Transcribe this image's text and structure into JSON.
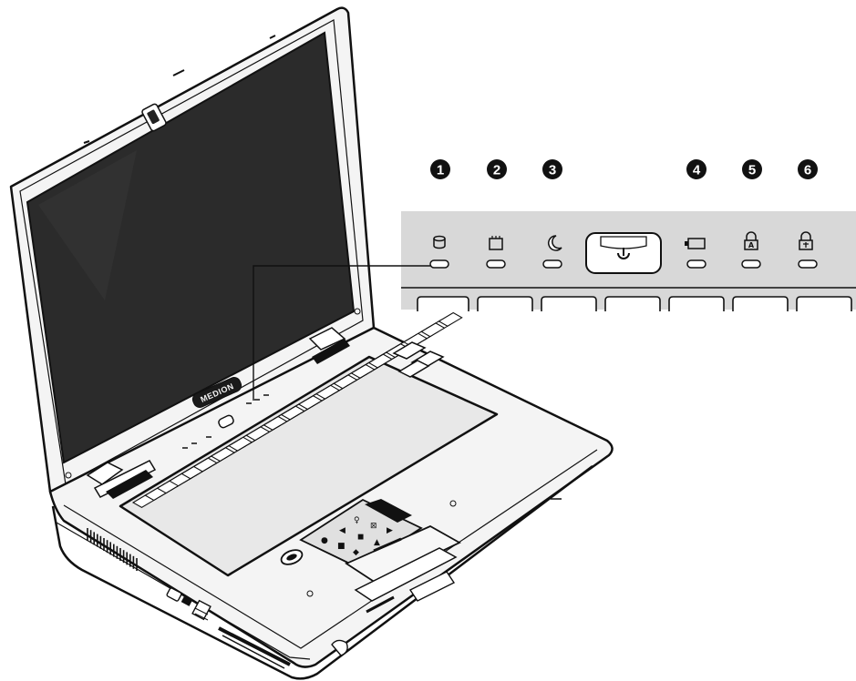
{
  "brand": "MEDION",
  "callouts": [
    {
      "number": "1",
      "icon": "hard-disk"
    },
    {
      "number": "2",
      "icon": "card-reader"
    },
    {
      "number": "3",
      "icon": "moon-standby"
    },
    {
      "number": "4",
      "icon": "battery"
    },
    {
      "number": "5",
      "icon": "caps-lock"
    },
    {
      "number": "6",
      "icon": "scroll-lock"
    }
  ],
  "power_button_icon": "power-symbol",
  "colors": {
    "line": "#111111",
    "screen": "#2b2b2b",
    "detail_panel": "#d8d8d8",
    "callout_fill": "#111111",
    "body": "#f4f4f4",
    "key": "#ffffff"
  }
}
